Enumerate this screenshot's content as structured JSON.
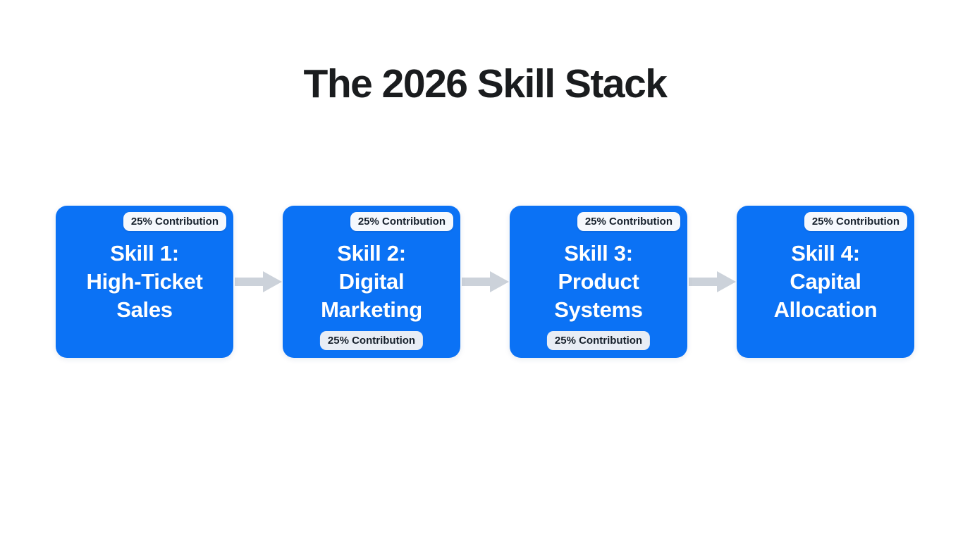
{
  "page": {
    "title": "The 2026 Skill Stack"
  },
  "diagram": {
    "boxes": [
      {
        "heading": "Skill 1:\nHigh-Ticket\nSales",
        "top_badge": "25% Contribution"
      },
      {
        "heading": "Skill 2:\nDigital\nMarketing",
        "top_badge": "25% Contribution",
        "bottom_badge": "25% Contribution"
      },
      {
        "heading": "Skill 3:\nProduct\nSystems",
        "top_badge": "25% Contribution",
        "bottom_badge": "25% Contribution"
      },
      {
        "heading": "Skill 4:\nCapital\nAllocation",
        "top_badge": "25% Contribution"
      }
    ],
    "connector": "right-arrow",
    "colors": {
      "box_blue": "#0b72f5",
      "arrow_gray": "#ccd2da",
      "top_badge_bg": "#f5f8fd",
      "bottom_badge_bg": "#e8edf5",
      "badge_text": "#16202c",
      "title_text": "#1a1c1e",
      "background": "#ffffff"
    }
  }
}
